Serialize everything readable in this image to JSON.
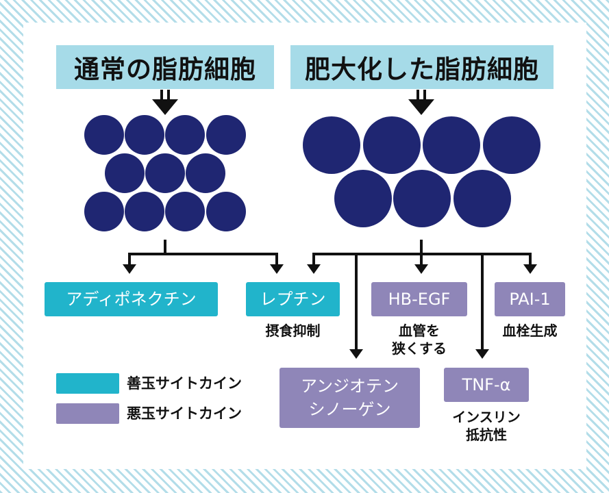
{
  "headers": {
    "normal": "通常の脂肪細胞",
    "hypertrophic": "肥大化した脂肪細胞"
  },
  "cytokines": {
    "adiponectin": "アディポネクチン",
    "leptin": "レプチン",
    "hbegf": "HB-EGF",
    "pai1": "PAI-1",
    "angiotensinogen_line1": "アンジオテン",
    "angiotensinogen_line2": "シノーゲン",
    "tnfa": "TNF-α"
  },
  "captions": {
    "leptin": "摂食抑制",
    "hbegf_line1": "血管を",
    "hbegf_line2": "狭くする",
    "pai1": "血栓生成",
    "tnfa_line1": "インスリン",
    "tnfa_line2": "抵抗性"
  },
  "legend": {
    "good": "善玉サイトカイン",
    "bad": "悪玉サイトカイン"
  },
  "colors": {
    "good": "#21b4cb",
    "bad": "#8f86b8",
    "cell": "#1f2672",
    "header_bg": "#a6dbe8"
  }
}
